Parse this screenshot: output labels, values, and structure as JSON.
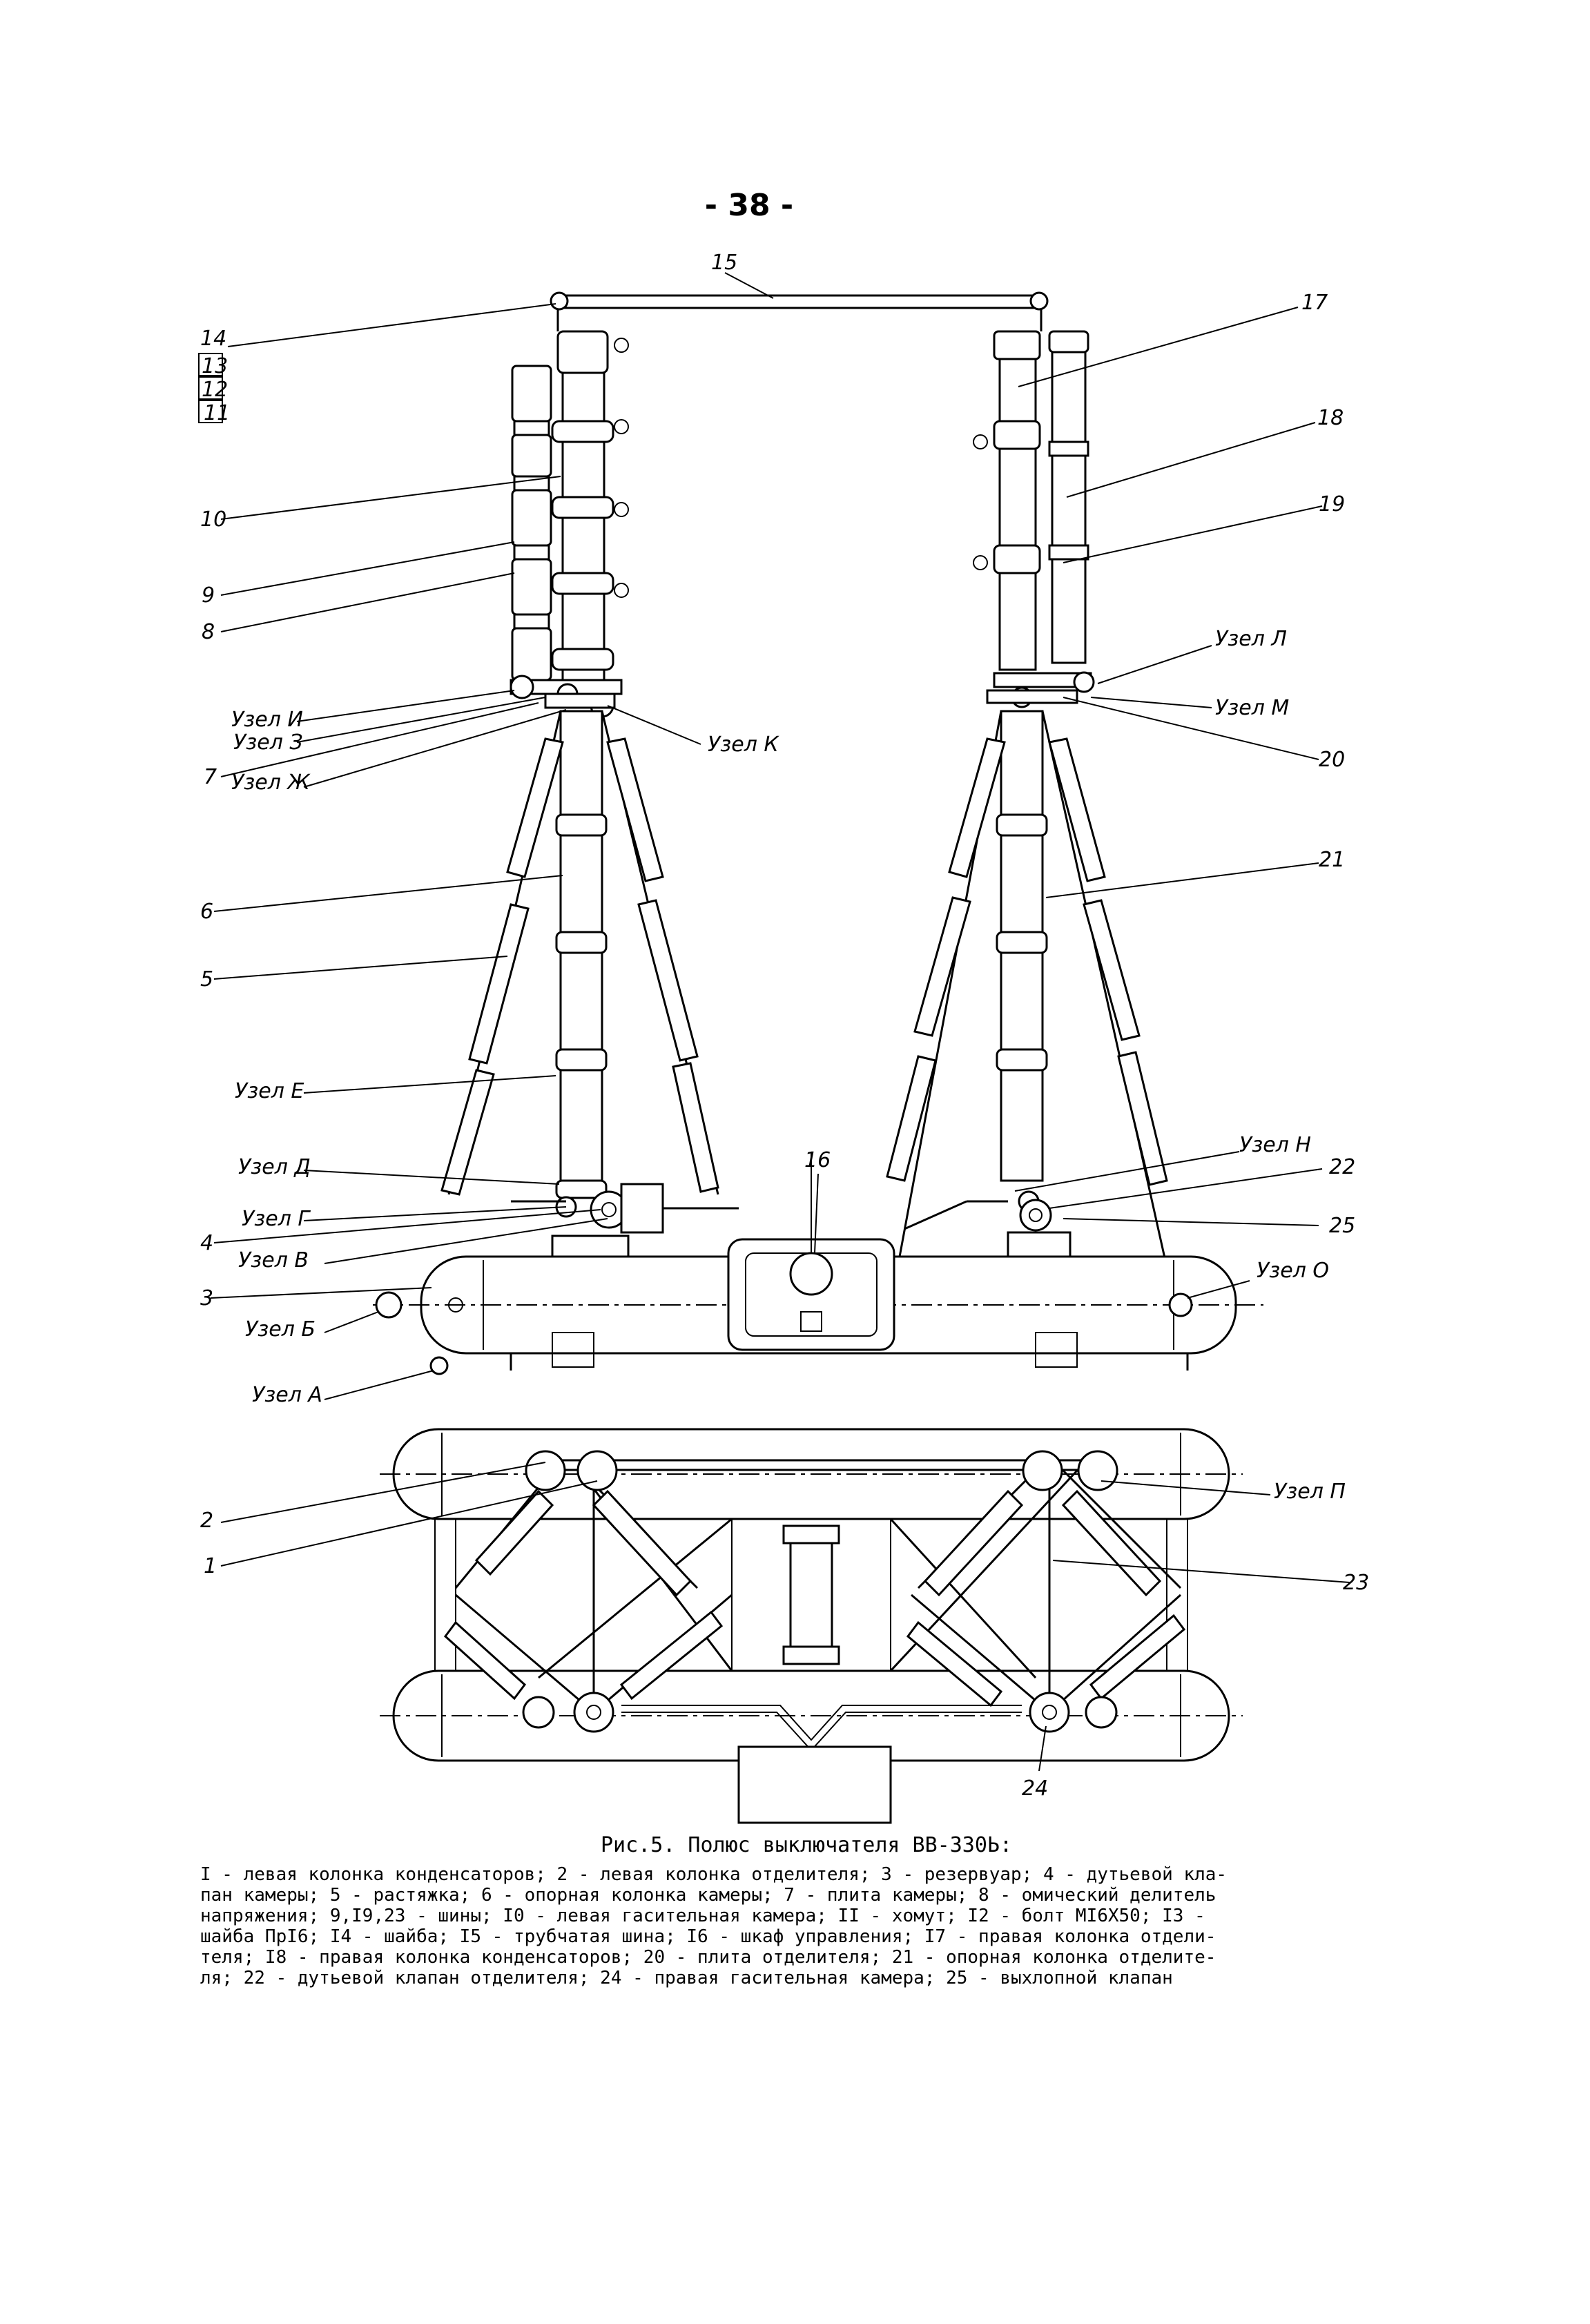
{
  "page": {
    "number": "- 38 -"
  },
  "labels": {
    "l1": "1",
    "l2": "2",
    "l3": "3",
    "l4": "4",
    "l5": "5",
    "l6": "6",
    "l7": "7",
    "l8": "8",
    "l9": "9",
    "l10": "10",
    "l11": "11",
    "l12": "12",
    "l13": "13",
    "l14": "14",
    "l15": "15",
    "l16": "16",
    "l17": "17",
    "l18": "18",
    "l19": "19",
    "l20": "20",
    "l21": "21",
    "l22": "22",
    "l23": "23",
    "l24": "24",
    "l25": "25",
    "uzelA": "Узел А",
    "uzelB": "Узел Б",
    "uzelV": "Узел В",
    "uzelG": "Узел Г",
    "uzelD": "Узел Д",
    "uzelE": "Узел Е",
    "uzelZh": "Узел Ж",
    "uzelZ": "Узел З",
    "uzelI": "Узел И",
    "uzelK": "Узел К",
    "uzelL": "Узел Л",
    "uzelM": "Узел М",
    "uzelN": "Узел Н",
    "uzelO": "Узел О",
    "uzelP": "Узел П"
  },
  "caption": {
    "title": "Рис.5. Полюс выключателя ВВ-330Ь:",
    "lines": [
      "I - левая колонка конденсаторов; 2 - левая колонка отделителя; 3 - резервуар; 4 - дутьевой кла-",
      "пан камеры; 5 - растяжка; 6 - опорная колонка камеры; 7 - плита камеры; 8 - омический делитель",
      "напряжения; 9,I9,23 - шины; I0 - левая гасительная камера; II - хомут; I2 - болт МI6Х50; I3 -",
      "шайба ПрI6; I4 - шайба; I5 - трубчатая шина; I6 - шкаф управления; I7 - правая колонка отдели-",
      "теля; I8 - правая колонка конденсаторов; 20 - плита отделителя; 21 - опорная колонка отделите-",
      "ля; 22 - дутьевой клапан отделителя; 24 - правая гасительная камера; 25 - выхлопной клапан"
    ]
  }
}
